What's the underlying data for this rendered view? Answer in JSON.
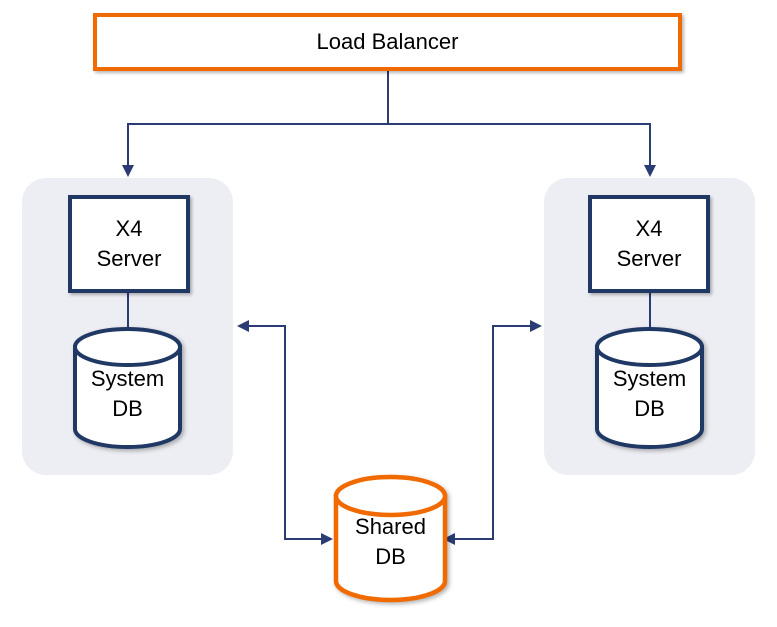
{
  "nodes": {
    "load_balancer": {
      "label": "Load Balancer"
    },
    "server_left": {
      "lines": [
        "X4",
        "Server"
      ]
    },
    "server_right": {
      "lines": [
        "X4",
        "Server"
      ]
    },
    "system_db_left": {
      "lines": [
        "System",
        "DB"
      ]
    },
    "system_db_right": {
      "lines": [
        "System",
        "DB"
      ]
    },
    "shared_db": {
      "lines": [
        "Shared",
        "DB"
      ]
    }
  },
  "colors": {
    "accent_orange": "#F06A00",
    "shape_navy": "#1F3864",
    "connector_blue": "#2B3C74",
    "container_gray": "#EDEEF3",
    "text_black": "#000000"
  }
}
